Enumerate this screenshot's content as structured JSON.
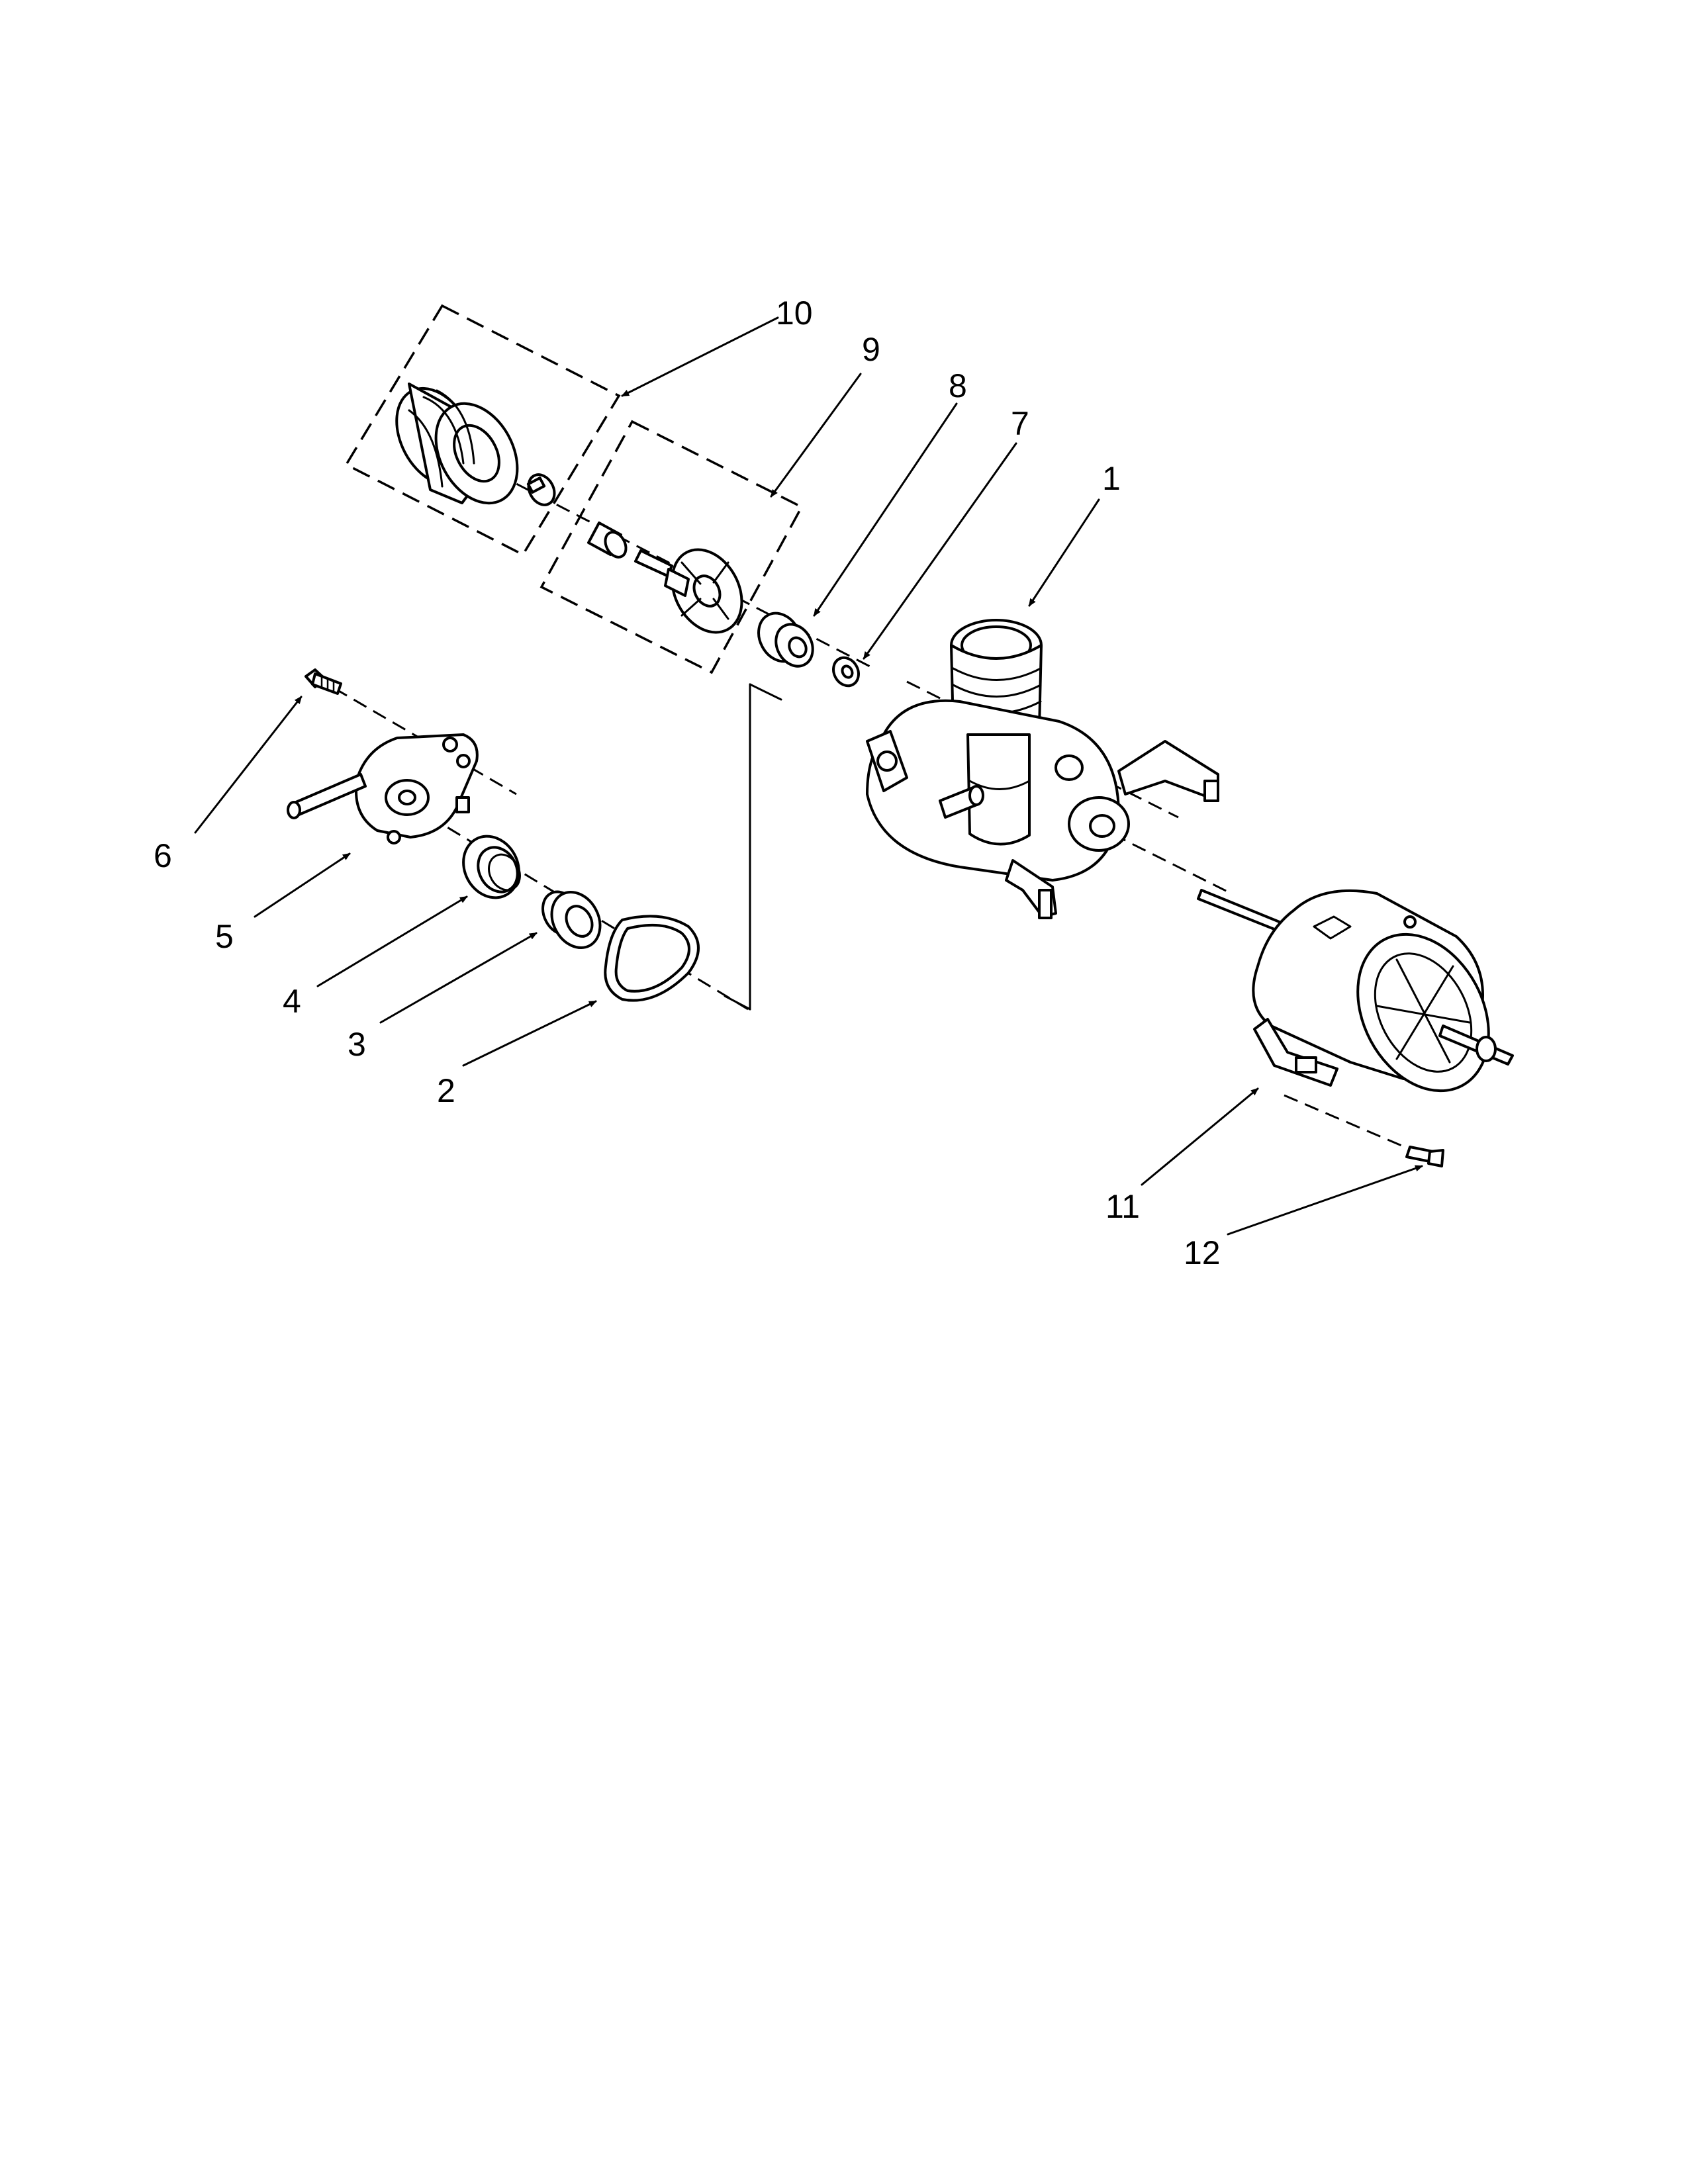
{
  "diagram": {
    "callouts": [
      {
        "id": "1",
        "label": "1"
      },
      {
        "id": "2",
        "label": "2"
      },
      {
        "id": "3",
        "label": "3"
      },
      {
        "id": "4",
        "label": "4"
      },
      {
        "id": "5",
        "label": "5"
      },
      {
        "id": "6",
        "label": "6"
      },
      {
        "id": "7",
        "label": "7"
      },
      {
        "id": "8",
        "label": "8"
      },
      {
        "id": "9",
        "label": "9"
      },
      {
        "id": "10",
        "label": "10"
      },
      {
        "id": "11",
        "label": "11"
      },
      {
        "id": "12",
        "label": "12"
      }
    ]
  },
  "colors": {
    "line": "#000000",
    "background": "#ffffff"
  },
  "icons": [
    "pump-housing",
    "o-ring-gasket",
    "seal",
    "grommet",
    "pump-cover",
    "screw",
    "washer",
    "bearing",
    "impeller-kit",
    "seal-kit",
    "motor",
    "mounting-screw"
  ]
}
